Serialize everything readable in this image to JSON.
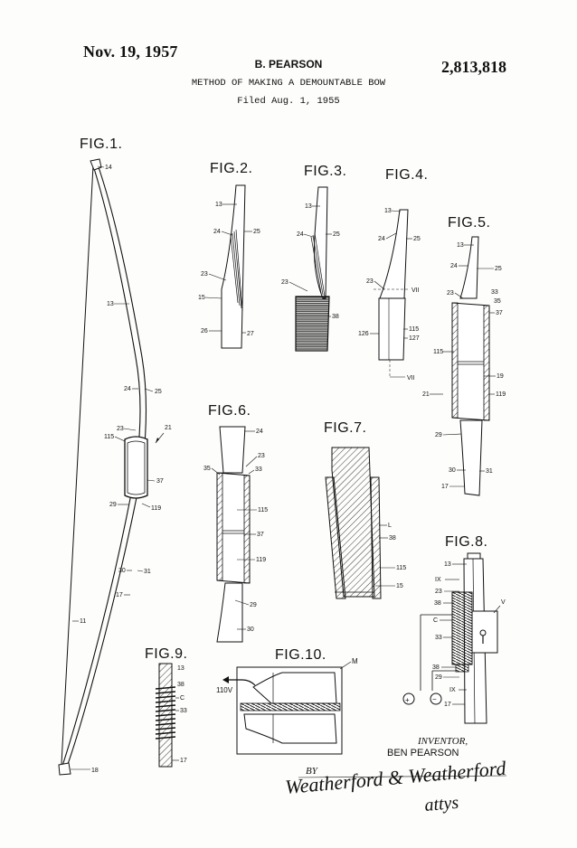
{
  "header": {
    "date": "Nov. 19, 1957",
    "inventor_name": "B. PEARSON",
    "patent_number": "2,813,818",
    "title": "METHOD OF MAKING A DEMOUNTABLE BOW",
    "filed": "Filed Aug. 1, 1955"
  },
  "figures": {
    "fig1": "FIG.1.",
    "fig2": "FIG.2.",
    "fig3": "FIG.3.",
    "fig4": "FIG.4.",
    "fig5": "FIG.5.",
    "fig6": "FIG.6.",
    "fig7": "FIG.7.",
    "fig8": "FIG.8.",
    "fig9": "FIG.9.",
    "fig10": "FIG.10."
  },
  "refs": {
    "fig1": [
      "14",
      "13",
      "24",
      "25",
      "23",
      "115",
      "21",
      "37",
      "29",
      "119",
      "30",
      "31",
      "17",
      "11",
      "18"
    ],
    "fig2": [
      "13",
      "24",
      "25",
      "23",
      "15",
      "26",
      "27"
    ],
    "fig3": [
      "13",
      "24",
      "25",
      "23",
      "38"
    ],
    "fig4": [
      "13",
      "24",
      "25",
      "23",
      "VII",
      "126",
      "115",
      "127",
      "VII"
    ],
    "fig5": [
      "13",
      "24",
      "25",
      "33",
      "35",
      "23",
      "37",
      "115",
      "19",
      "21",
      "119",
      "29",
      "30",
      "31",
      "17"
    ],
    "fig6": [
      "24",
      "23",
      "35",
      "33",
      "115",
      "37",
      "119",
      "29",
      "30"
    ],
    "fig7": [
      "L",
      "38",
      "115",
      "15"
    ],
    "fig8": [
      "13",
      "IX",
      "23",
      "38",
      "C",
      "33",
      "38",
      "29",
      "IX",
      "17",
      "V"
    ],
    "fig9": [
      "13",
      "38",
      "C",
      "33",
      "17"
    ],
    "fig10": [
      "M",
      "110V"
    ]
  },
  "polarity": {
    "plus": "+",
    "minus": "−"
  },
  "signature": {
    "inventor_label": "INVENTOR,",
    "inventor_name": "BEN PEARSON",
    "by": "BY",
    "attorneys": "Weatherford & Weatherford",
    "attys": "attys"
  }
}
